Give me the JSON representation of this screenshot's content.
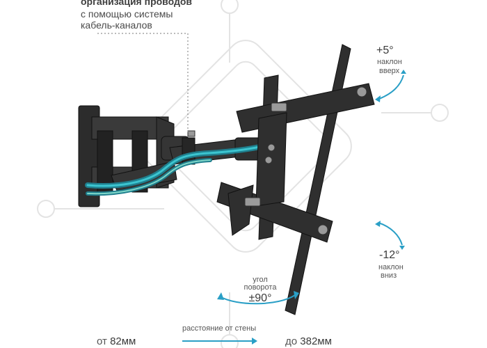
{
  "header": {
    "line1": "организация проводов",
    "line2": "с помощью системы",
    "line3": "кабель-каналов"
  },
  "tilt_up": {
    "angle": "+5°",
    "label1": "наклон",
    "label2": "вверх"
  },
  "tilt_down": {
    "angle": "-12°",
    "label1": "наклон",
    "label2": "вниз"
  },
  "swivel": {
    "label1": "угол",
    "label2": "поворота",
    "angle": "±90°"
  },
  "distance": {
    "min_prefix": "от",
    "min_value": "82мм",
    "caption": "расстояние от стены",
    "max_prefix": "до",
    "max_value": "382мм"
  },
  "colors": {
    "accent": "#2a9fc6",
    "metal": "#2b2b2b",
    "text": "#4d4d4d",
    "watermark": "#e2e2e2"
  }
}
